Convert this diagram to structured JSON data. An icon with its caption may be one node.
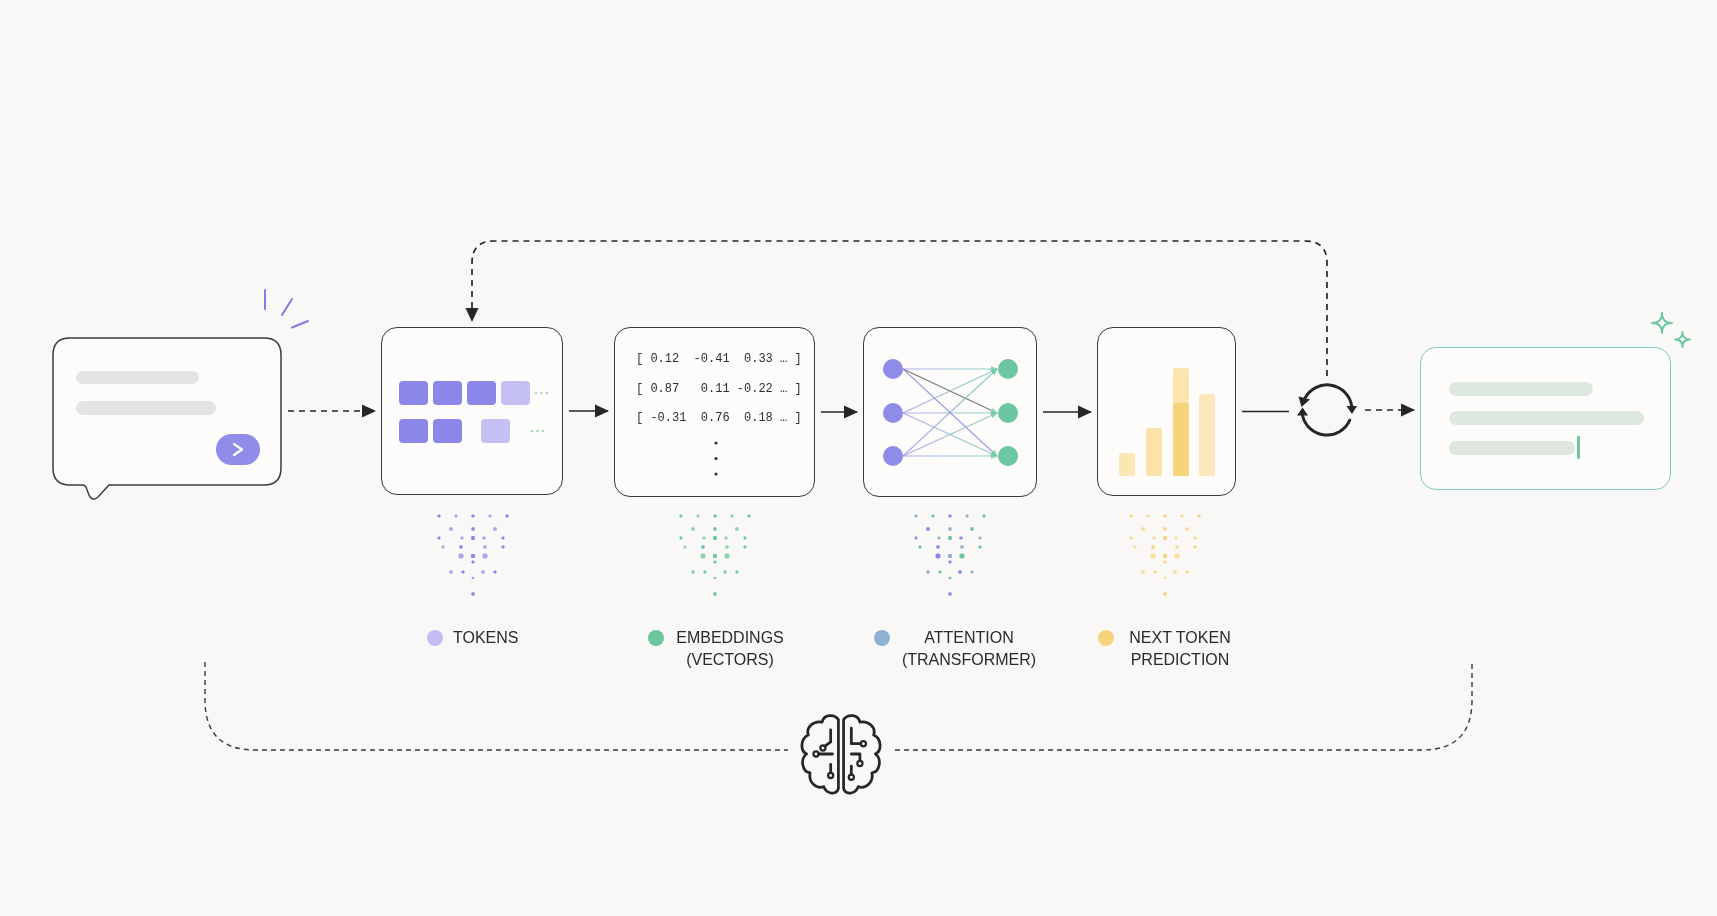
{
  "diagram": {
    "nodes": [
      {
        "text": [],
        "shape": "bubble"
      },
      {
        "text": [],
        "shape": "box"
      },
      {
        "text": [
          "[ 0.12 -0.41 0.33 … ]",
          "[ 0.87 0.11 -0.22 … ]",
          "[ -0.31 0.76 0.18 … ]"
        ]
      },
      {
        "text": [],
        "shape": "box"
      },
      {
        "text": [],
        "shape": "box"
      },
      {
        "text": [],
        "shape": "picture"
      },
      {
        "text": [],
        "shape": "box"
      }
    ],
    "edges": [
      {
        "from": 0,
        "to": 1,
        "arrow": "to",
        "style": "dashed"
      },
      {
        "from": 1,
        "to": 2,
        "arrow": "to"
      },
      {
        "from": 2,
        "to": 3,
        "arrow": "to"
      },
      {
        "from": 3,
        "to": 4,
        "arrow": "to"
      },
      {
        "from": 4,
        "to": 5,
        "arrow": "none"
      },
      {
        "from": 5,
        "to": 6,
        "arrow": "to",
        "style": "dashed"
      },
      {
        "from": 5,
        "to": 1,
        "arrow": "to",
        "style": "dashed"
      }
    ],
    "legend": [
      {
        "text": "TOKENS",
        "color": "#c3bdf3"
      },
      {
        "text": "EMBEDDINGS (VECTORS)",
        "color": "#6cc6a0"
      },
      {
        "text": "ATTENTION (TRANSFORMER)",
        "color": "#8fb2d4"
      },
      {
        "text": "NEXT TOKEN PREDICTION",
        "color": "#f6d47e"
      }
    ]
  }
}
